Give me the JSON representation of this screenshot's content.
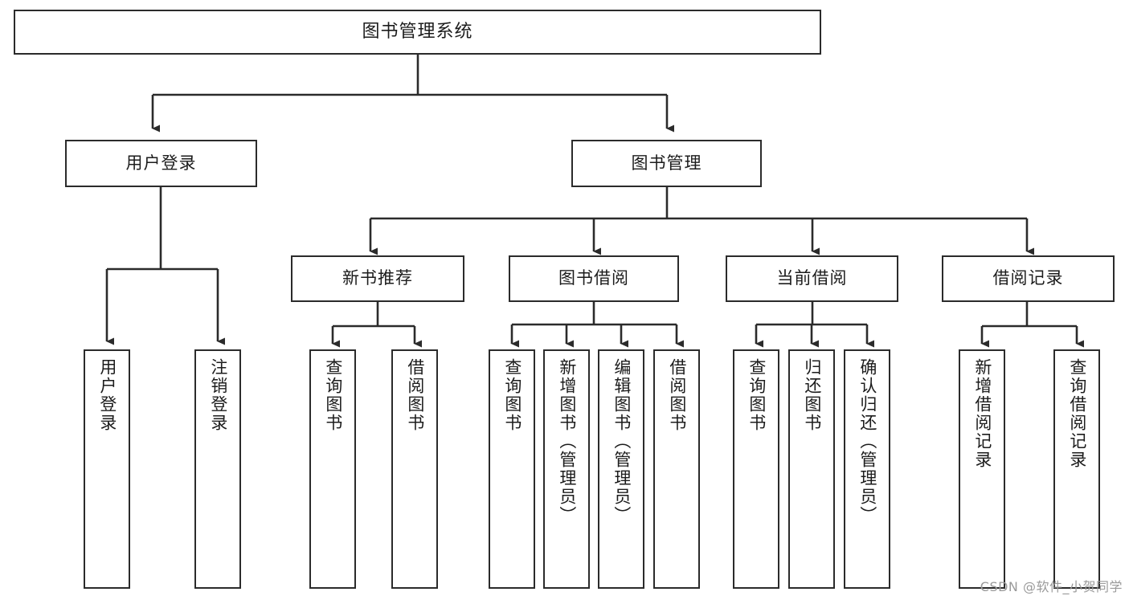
{
  "diagram": {
    "title": "图书管理系统",
    "watermark": "CSDN @软件_小贺同学",
    "colors": {
      "stroke": "#2b2b2b",
      "fill": "#ffffff",
      "text": "#1c1c1c",
      "watermark": "#9a9a9a"
    },
    "nodes": {
      "root": "图书管理系统",
      "level1": [
        "用户登录",
        "图书管理"
      ],
      "level2": [
        "新书推荐",
        "图书借阅",
        "当前借阅",
        "借阅记录"
      ],
      "leaves": {
        "user_login": [
          "用户登录",
          "注销登录"
        ],
        "new_book_recommend": [
          "查询图书",
          "借阅图书"
        ],
        "book_borrow": [
          "查询图书",
          "新增图书（管理员）",
          "编辑图书（管理员）",
          "借阅图书"
        ],
        "current_borrow": [
          "查询图书",
          "归还图书",
          "确认归还（管理员）"
        ],
        "borrow_record": [
          "新增借阅记录",
          "查询借阅记录"
        ]
      }
    }
  }
}
